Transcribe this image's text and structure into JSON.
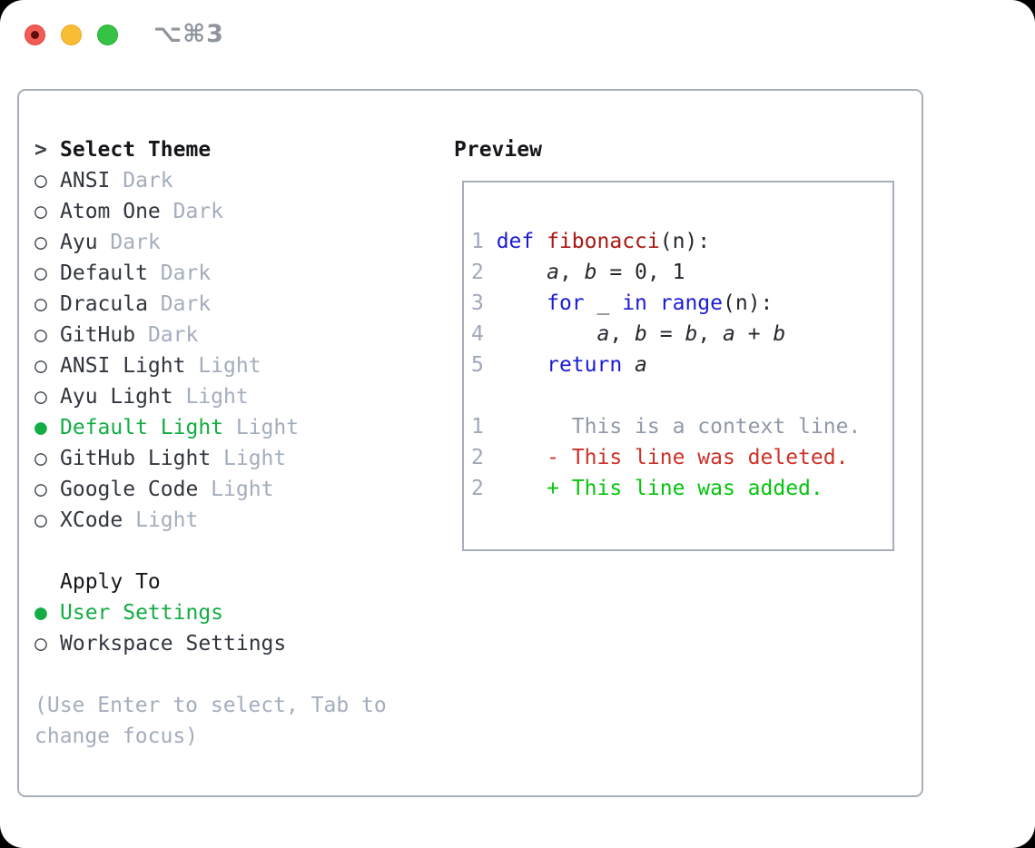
{
  "window": {
    "shortcut": "⌥⌘3",
    "traffic_lights": [
      "close",
      "minimize",
      "zoom"
    ]
  },
  "theme_picker": {
    "header_prompt": ">",
    "header_label": "Select Theme",
    "items": [
      {
        "label": "ANSI",
        "variant": "Dark",
        "selected": false
      },
      {
        "label": "Atom One",
        "variant": "Dark",
        "selected": false
      },
      {
        "label": "Ayu",
        "variant": "Dark",
        "selected": false
      },
      {
        "label": "Default",
        "variant": "Dark",
        "selected": false
      },
      {
        "label": "Dracula",
        "variant": "Dark",
        "selected": false
      },
      {
        "label": "GitHub",
        "variant": "Dark",
        "selected": false
      },
      {
        "label": "ANSI Light",
        "variant": "Light",
        "selected": false
      },
      {
        "label": "Ayu Light",
        "variant": "Light",
        "selected": false
      },
      {
        "label": "Default Light",
        "variant": "Light",
        "selected": true
      },
      {
        "label": "GitHub Light",
        "variant": "Light",
        "selected": false
      },
      {
        "label": "Google Code",
        "variant": "Light",
        "selected": false
      },
      {
        "label": "XCode",
        "variant": "Light",
        "selected": false
      }
    ],
    "apply_to": {
      "header": "Apply To",
      "options": [
        {
          "label": "User Settings",
          "selected": true
        },
        {
          "label": "Workspace Settings",
          "selected": false
        }
      ]
    },
    "hint_lines": [
      "(Use Enter to select, Tab to",
      "change focus)"
    ]
  },
  "preview": {
    "title": "Preview",
    "lines": [
      {
        "ln": "1",
        "segs": [
          [
            "kw",
            "def"
          ],
          [
            "pl",
            " "
          ],
          [
            "fn",
            "fibonacci"
          ],
          [
            "pl",
            "(n):"
          ]
        ]
      },
      {
        "ln": "2",
        "segs": [
          [
            "pl",
            "    "
          ],
          [
            "va",
            "a"
          ],
          [
            "pl",
            ", "
          ],
          [
            "va",
            "b"
          ],
          [
            "pl",
            " = 0, 1"
          ]
        ]
      },
      {
        "ln": "3",
        "segs": [
          [
            "pl",
            "    "
          ],
          [
            "kw",
            "for"
          ],
          [
            "pl",
            " _ "
          ],
          [
            "kw",
            "in"
          ],
          [
            "pl",
            " "
          ],
          [
            "kw",
            "range"
          ],
          [
            "pl",
            "(n):"
          ]
        ]
      },
      {
        "ln": "4",
        "segs": [
          [
            "pl",
            "        "
          ],
          [
            "va",
            "a"
          ],
          [
            "pl",
            ", "
          ],
          [
            "va",
            "b"
          ],
          [
            "pl",
            " = "
          ],
          [
            "va",
            "b"
          ],
          [
            "pl",
            ", "
          ],
          [
            "va",
            "a"
          ],
          [
            "pl",
            " + "
          ],
          [
            "va",
            "b"
          ]
        ]
      },
      {
        "ln": "5",
        "segs": [
          [
            "pl",
            "    "
          ],
          [
            "kw",
            "return"
          ],
          [
            "pl",
            " "
          ],
          [
            "va",
            "a"
          ]
        ]
      },
      {
        "ln": "",
        "segs": []
      },
      {
        "ln": "1",
        "segs": [
          [
            "ctx",
            "      This is a context line."
          ]
        ]
      },
      {
        "ln": "2",
        "segs": [
          [
            "del",
            "    - This line was deleted."
          ]
        ]
      },
      {
        "ln": "2",
        "segs": [
          [
            "add",
            "    + This line was added."
          ]
        ]
      }
    ]
  },
  "colors": {
    "accent_green": "#13ad43",
    "diff_added_green": "#05c40d",
    "diff_removed_red": "#cd3227",
    "keyword_blue": "#1b1bd6",
    "function_red": "#ab1713",
    "muted_gray": "#a3adbd",
    "line_number_gray": "#9ea8ba",
    "text_dark": "#31363e",
    "border_gray": "#a8afba",
    "traffic_red": "#f25c54",
    "traffic_yellow": "#f8bc35",
    "traffic_green": "#35c245"
  }
}
